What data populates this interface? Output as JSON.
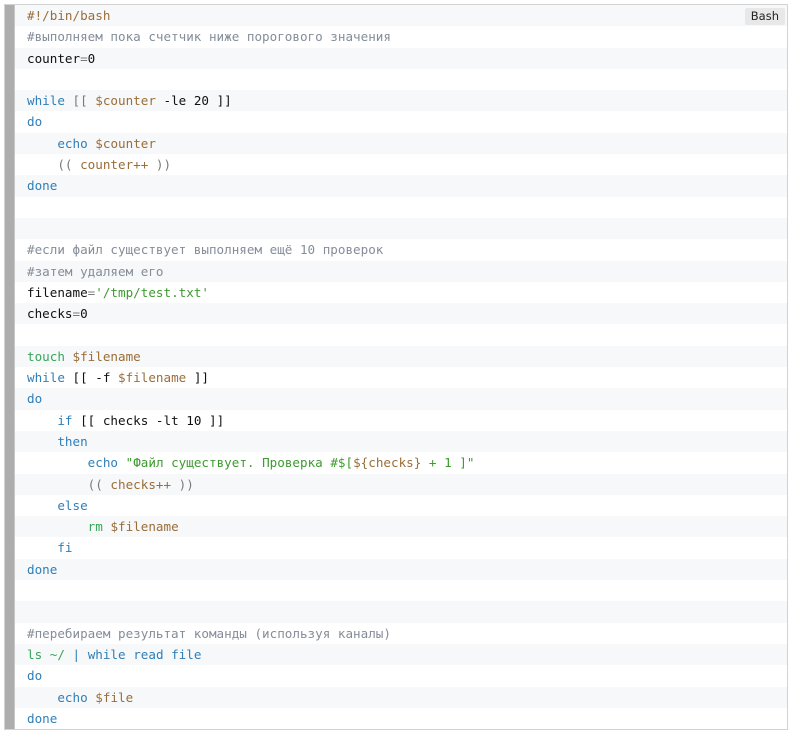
{
  "code_block": {
    "language_label": "Bash",
    "colors": {
      "comment": "#848d99",
      "keyword": "#2f7fb8",
      "builtin": "#38a55a",
      "variable": "#9a6e3a",
      "string": "#3d9b2f",
      "operator": "#7a7a7a",
      "plain": "#111111",
      "row_alt": "#f6f8fa",
      "gutter": "#adadad"
    },
    "lines": [
      [
        {
          "t": "#!/bin/bash",
          "c": "var"
        }
      ],
      [
        {
          "t": "#выполняем пока счетчик ниже порогового значения",
          "c": "comment"
        }
      ],
      [
        {
          "t": "counter",
          "c": "plain"
        },
        {
          "t": "=",
          "c": "op"
        },
        {
          "t": "0",
          "c": "plain"
        }
      ],
      [],
      [
        {
          "t": "while",
          "c": "keyword"
        },
        {
          "t": " [[ ",
          "c": "op"
        },
        {
          "t": "$counter",
          "c": "var"
        },
        {
          "t": " -le 20 ]]",
          "c": "plain"
        }
      ],
      [
        {
          "t": "do",
          "c": "keyword"
        }
      ],
      [
        {
          "t": "    ",
          "c": "plain"
        },
        {
          "t": "echo",
          "c": "keyword"
        },
        {
          "t": " ",
          "c": "plain"
        },
        {
          "t": "$counter",
          "c": "var"
        }
      ],
      [
        {
          "t": "    ",
          "c": "plain"
        },
        {
          "t": "(( ",
          "c": "op"
        },
        {
          "t": "counter++",
          "c": "var"
        },
        {
          "t": " ))",
          "c": "op"
        }
      ],
      [
        {
          "t": "done",
          "c": "keyword"
        }
      ],
      [],
      [],
      [
        {
          "t": "#если файл существует выполняем ещё 10 проверок",
          "c": "comment"
        }
      ],
      [
        {
          "t": "#затем удаляем его",
          "c": "comment"
        }
      ],
      [
        {
          "t": "filename",
          "c": "plain"
        },
        {
          "t": "=",
          "c": "op"
        },
        {
          "t": "'/tmp/test.txt'",
          "c": "string"
        }
      ],
      [
        {
          "t": "checks",
          "c": "plain"
        },
        {
          "t": "=",
          "c": "op"
        },
        {
          "t": "0",
          "c": "plain"
        }
      ],
      [],
      [
        {
          "t": "touch",
          "c": "builtin"
        },
        {
          "t": " ",
          "c": "plain"
        },
        {
          "t": "$filename",
          "c": "var"
        }
      ],
      [
        {
          "t": "while",
          "c": "keyword"
        },
        {
          "t": " [[ -f ",
          "c": "plain"
        },
        {
          "t": "$filename",
          "c": "var"
        },
        {
          "t": " ]]",
          "c": "plain"
        }
      ],
      [
        {
          "t": "do",
          "c": "keyword"
        }
      ],
      [
        {
          "t": "    ",
          "c": "plain"
        },
        {
          "t": "if",
          "c": "keyword"
        },
        {
          "t": " [[ checks -lt 10 ]]",
          "c": "plain"
        }
      ],
      [
        {
          "t": "    ",
          "c": "plain"
        },
        {
          "t": "then",
          "c": "keyword"
        }
      ],
      [
        {
          "t": "        ",
          "c": "plain"
        },
        {
          "t": "echo",
          "c": "keyword"
        },
        {
          "t": " ",
          "c": "plain"
        },
        {
          "t": "\"Файл существует. Проверка #$[",
          "c": "string"
        },
        {
          "t": "${checks}",
          "c": "var"
        },
        {
          "t": " + 1 ]\"",
          "c": "string"
        }
      ],
      [
        {
          "t": "        ",
          "c": "plain"
        },
        {
          "t": "(( ",
          "c": "op"
        },
        {
          "t": "checks++",
          "c": "var"
        },
        {
          "t": " ))",
          "c": "op"
        }
      ],
      [
        {
          "t": "    ",
          "c": "plain"
        },
        {
          "t": "else",
          "c": "keyword"
        }
      ],
      [
        {
          "t": "        ",
          "c": "plain"
        },
        {
          "t": "rm",
          "c": "builtin"
        },
        {
          "t": " ",
          "c": "plain"
        },
        {
          "t": "$filename",
          "c": "var"
        }
      ],
      [
        {
          "t": "    ",
          "c": "plain"
        },
        {
          "t": "fi",
          "c": "keyword"
        }
      ],
      [
        {
          "t": "done",
          "c": "keyword"
        }
      ],
      [],
      [],
      [
        {
          "t": "#перебираем результат команды (используя каналы)",
          "c": "comment"
        }
      ],
      [
        {
          "t": "ls ~/ ",
          "c": "builtin"
        },
        {
          "t": "|",
          "c": "pipe"
        },
        {
          "t": " ",
          "c": "plain"
        },
        {
          "t": "while",
          "c": "keyword"
        },
        {
          "t": " read file",
          "c": "keyword"
        }
      ],
      [
        {
          "t": "do",
          "c": "keyword"
        }
      ],
      [
        {
          "t": "    ",
          "c": "plain"
        },
        {
          "t": "echo",
          "c": "keyword"
        },
        {
          "t": " ",
          "c": "plain"
        },
        {
          "t": "$file",
          "c": "var"
        }
      ],
      [
        {
          "t": "done",
          "c": "keyword"
        }
      ]
    ]
  }
}
